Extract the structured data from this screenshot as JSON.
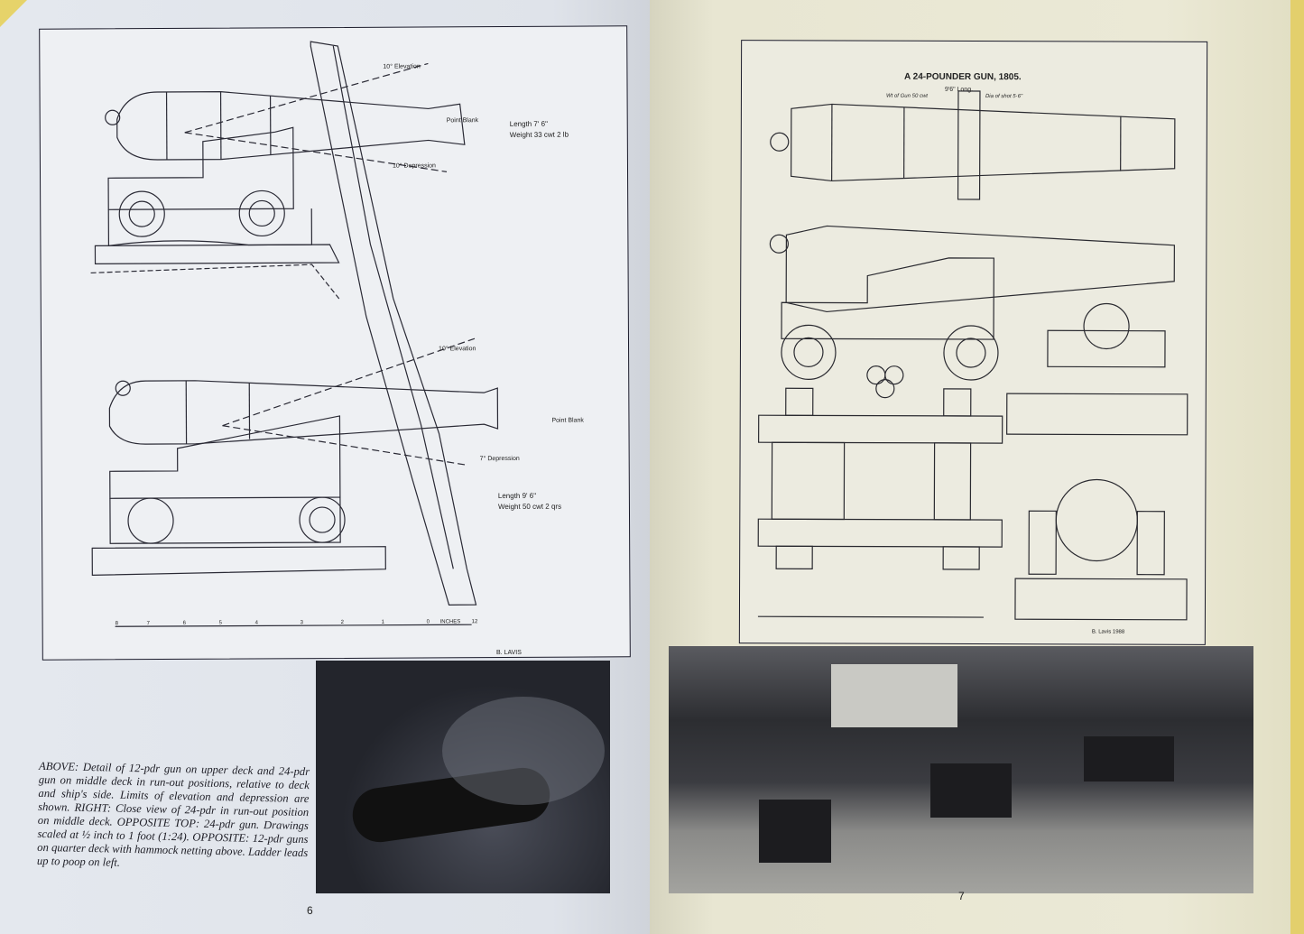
{
  "left_page": {
    "drawing": {
      "upper_gun": {
        "elevation": "10° Elevation",
        "depression": "10° Depression",
        "point_blank": "Point Blank",
        "length": "Length 7' 6\"",
        "weight": "Weight 33 cwt 2 lb"
      },
      "lower_gun": {
        "elevation": "10° Elevation",
        "depression": "7° Depression",
        "point_blank": "Point Blank",
        "length": "Length 9' 6\"",
        "weight": "Weight 50 cwt 2 qrs"
      },
      "scale_ticks": [
        "8",
        "7",
        "6",
        "5",
        "4",
        "3",
        "2",
        "1",
        "0",
        "INCHES",
        "12"
      ],
      "signature": "B. LAVIS"
    },
    "caption": "ABOVE: Detail of 12-pdr gun on upper deck and 24-pdr gun on middle deck in run-out positions, relative to deck and ship's side. Limits of elevation and depression are shown. RIGHT: Close view of 24-pdr in run-out position on middle deck. OPPOSITE TOP: 24-pdr gun. Drawings scaled at ½ inch to 1 foot (1:24). OPPOSITE: 12-pdr guns on quarter deck with hammock netting above. Ladder leads up to poop on left.",
    "page_number": "6"
  },
  "right_page": {
    "drawing": {
      "title": "A 24-POUNDER GUN, 1805.",
      "subtitle": "9'6\" Long.",
      "note_left": "Wt of Gun 50 cwt",
      "note_right": "Dia of shot 5·6\"",
      "signature": "B. Lavis 1988"
    },
    "page_number": "7"
  }
}
